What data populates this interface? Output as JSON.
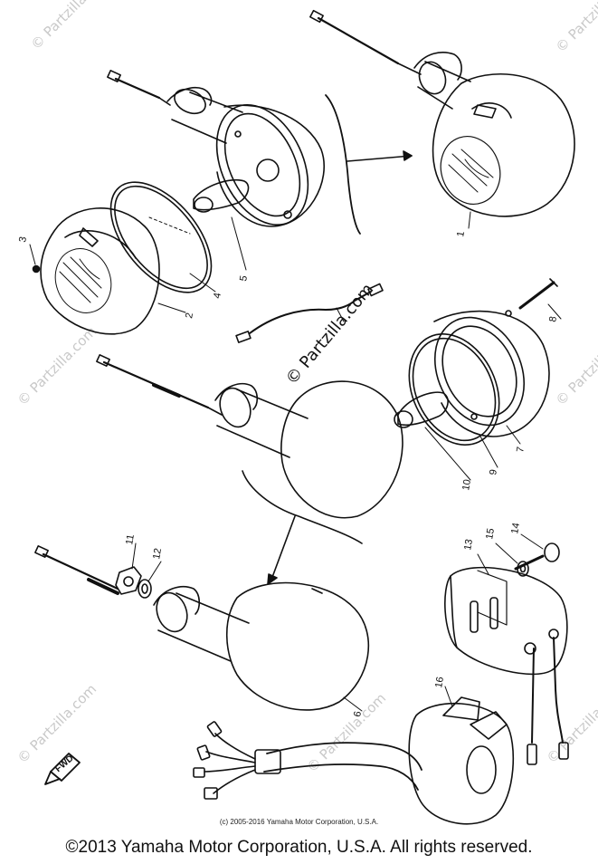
{
  "watermark": {
    "text": "© Partzilla.com"
  },
  "callouts": [
    {
      "id": "1",
      "label": "1"
    },
    {
      "id": "2",
      "label": "2"
    },
    {
      "id": "3",
      "label": "3"
    },
    {
      "id": "4",
      "label": "4"
    },
    {
      "id": "5",
      "label": "5"
    },
    {
      "id": "6",
      "label": "6"
    },
    {
      "id": "7",
      "label": "7"
    },
    {
      "id": "8",
      "label": "8"
    },
    {
      "id": "9",
      "label": "9"
    },
    {
      "id": "10",
      "label": "10"
    },
    {
      "id": "11",
      "label": "11"
    },
    {
      "id": "12",
      "label": "12"
    },
    {
      "id": "13",
      "label": "13"
    },
    {
      "id": "14",
      "label": "14"
    },
    {
      "id": "15",
      "label": "15"
    },
    {
      "id": "16",
      "label": "16"
    }
  ],
  "fwd_marker": "FWD",
  "small_copyright": "(c) 2005-2016 Yamaha Motor Corporation, U.S.A.",
  "copyright": "©2013 Yamaha Motor Corporation, U.S.A. All rights reserved."
}
